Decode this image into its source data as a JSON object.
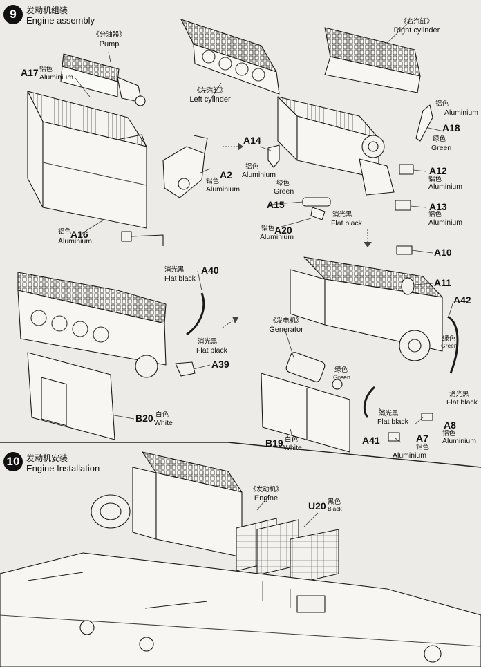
{
  "steps": [
    {
      "number": "9",
      "title_zh": "发动机组装",
      "title_en": "Engine assembly"
    },
    {
      "number": "10",
      "title_zh": "发动机安装",
      "title_en": "Engine Installation"
    }
  ],
  "labels": {
    "pump": {
      "zh": "《分油器》",
      "en": "Pump"
    },
    "a17": {
      "code": "A17",
      "zh": "铝色",
      "en": "Aluminium"
    },
    "left_cylinder": {
      "zh": "《左汽缸》",
      "en": "Left cylinder"
    },
    "right_cylinder": {
      "zh": "《右汽缸》",
      "en": "Right cylinder"
    },
    "a2": {
      "code": "A2",
      "zh": "铝色",
      "en": "Aluminium"
    },
    "a14": {
      "code": "A14",
      "zh": "铝色",
      "en": "Aluminium"
    },
    "a16": {
      "code": "A16",
      "zh": "铝色",
      "en": "Aluminium"
    },
    "a18": {
      "code": "A18",
      "zh_top": "铝色",
      "en_top": "Aluminium",
      "zh": "绿色",
      "en": "Green"
    },
    "a12": {
      "code": "A12",
      "zh": "铝色",
      "en": "Aluminium"
    },
    "a13": {
      "code": "A13",
      "zh": "铝色",
      "en": "Aluminium"
    },
    "green_a15": {
      "zh": "绿色",
      "en": "Green"
    },
    "a15": {
      "code": "A15",
      "zh": "消光黑",
      "en": "Flat black"
    },
    "a20": {
      "code": "A20",
      "zh": "铝色",
      "en": "Aluminium"
    },
    "a40": {
      "code": "A40",
      "zh": "消光黑",
      "en": "Flat black"
    },
    "a39": {
      "code": "A39",
      "zh": "消光黑",
      "en": "Flat black"
    },
    "b20": {
      "code": "B20",
      "zh": "白色",
      "en": "White"
    },
    "a10": {
      "code": "A10"
    },
    "a11": {
      "code": "A11"
    },
    "a42": {
      "code": "A42",
      "zh": "绿色",
      "en": "Green",
      "zh2": "消光黑",
      "en2": "Flat black"
    },
    "generator": {
      "zh": "《发电机》",
      "en": "Generator"
    },
    "green_gen": {
      "zh": "绿色",
      "en": "Green"
    },
    "b19": {
      "code": "B19",
      "zh": "白色",
      "en": "White"
    },
    "a41": {
      "code": "A41",
      "zh": "消光黑",
      "en": "Flat black"
    },
    "a8": {
      "code": "A8",
      "zh": "铝色",
      "en": "Aluminium"
    },
    "a7": {
      "code": "A7",
      "zh": "铝色",
      "en": "Aluminium"
    },
    "engine": {
      "zh": "《发动机》",
      "en": "Engine"
    },
    "u20": {
      "code": "U20",
      "zh": "黑色",
      "en": "Black"
    }
  },
  "icons": [
    "step-badge",
    "flow-arrow-icon"
  ]
}
